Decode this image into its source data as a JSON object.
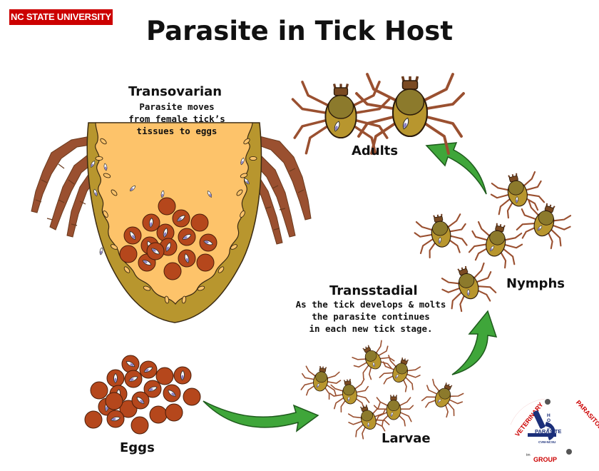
{
  "header": {
    "brand": "NC STATE UNIVERSITY",
    "title": "Parasite in Tick Host"
  },
  "transovarian": {
    "title": "Transovarian",
    "lines": [
      "Parasite moves",
      "from female tick’s",
      "tissues to eggs"
    ]
  },
  "transstadial": {
    "title": "Transstadial",
    "lines": [
      "As the tick develops & molts",
      "the parasite continues",
      "in each new tick stage."
    ]
  },
  "stages": {
    "adults": "Adults",
    "nymphs": "Nymphs",
    "larvae": "Larvae",
    "eggs": "Eggs"
  },
  "logo": {
    "left_arc": "VETERINARY",
    "right_arc": "PARASITOLOGY",
    "bottom": "GROUP",
    "center": "PARASITE",
    "host_vertical": "HOST",
    "sub": "CVM-NCSU",
    "fine": "tm"
  },
  "colors": {
    "brand_red": "#cc0000",
    "body_gold": "#b8962e",
    "tissue_orange": "#fdc36a",
    "egg_brown": "#b5471c",
    "leg_brown": "#9a5030",
    "arrow_green": "#3fa63a",
    "parasite_purple": "#8a7fc4"
  }
}
